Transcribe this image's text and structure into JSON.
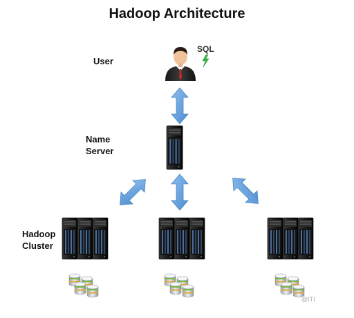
{
  "title": "Hadoop Architecture",
  "labels": {
    "user": "User",
    "name_server_line1": "Name",
    "name_server_line2": "Server",
    "hadoop_cluster_line1": "Hadoop",
    "hadoop_cluster_line2": "Cluster"
  },
  "sql_label": "SQL",
  "watermark": "@ITI",
  "colors": {
    "arrow_fill": "#6ea6de",
    "arrow_stroke": "#4a84c2",
    "server_body": "#1b1b1b",
    "database_stripe": "#7cb64a",
    "database_band": "#e0a93a"
  },
  "icons": [
    "user-icon",
    "lightning-icon",
    "server-icon",
    "database-icon",
    "arrow-icon"
  ]
}
